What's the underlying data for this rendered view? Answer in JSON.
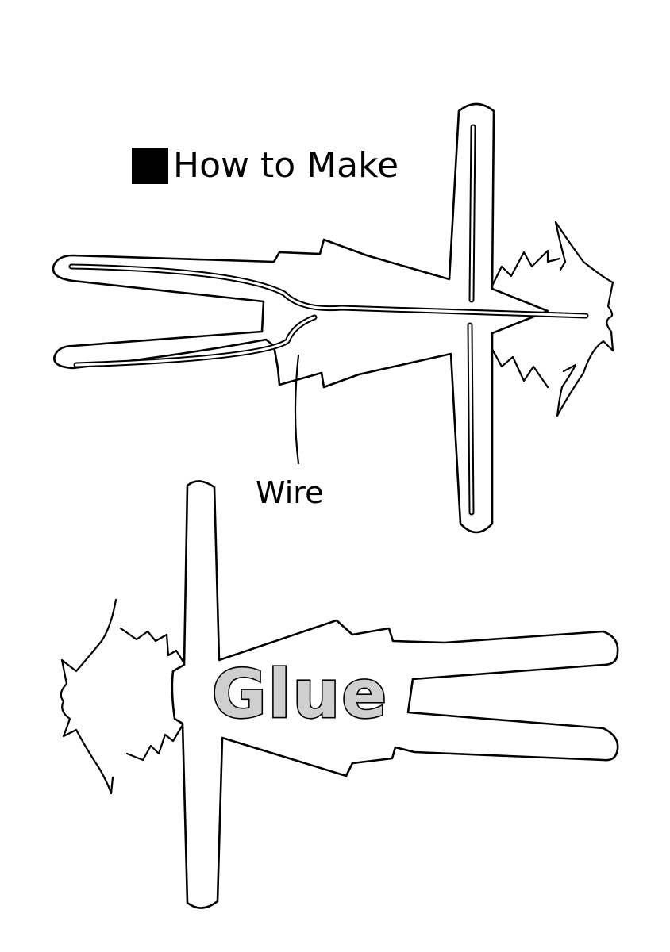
{
  "title": "How to Make",
  "labels": {
    "wire": "Wire",
    "glue": "Glue"
  },
  "colors": {
    "ink": "#000000",
    "paper": "#ffffff",
    "glue_fill": "#cfcfcf"
  }
}
